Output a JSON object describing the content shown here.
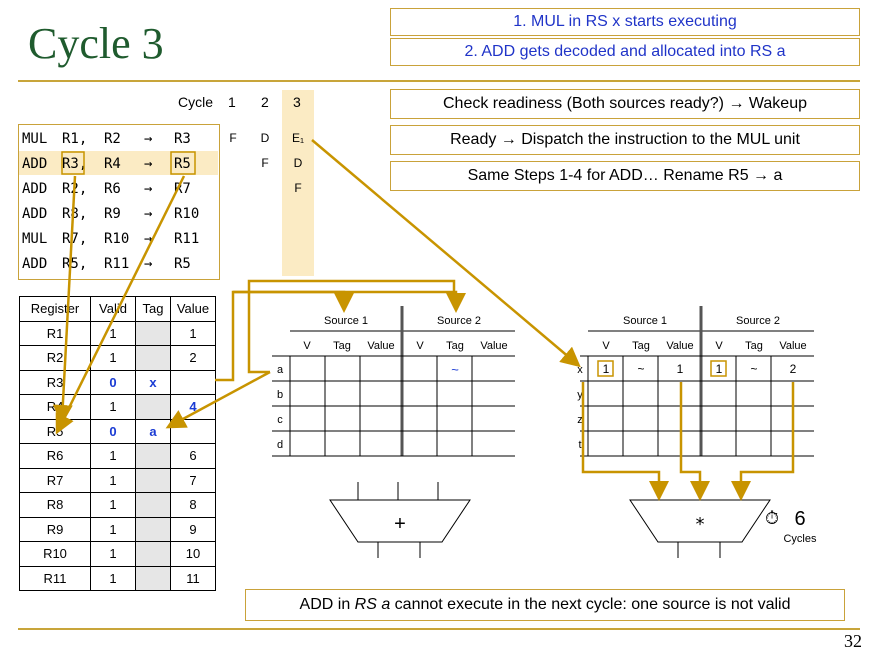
{
  "slide": {
    "title": "Cycle 3",
    "page_number": "32",
    "notes": [
      "1. MUL in RS x starts executing",
      "2. ADD gets decoded and allocated into RS a"
    ],
    "steps": [
      "Check readiness (Both sources ready?) → Wakeup",
      "Ready → Dispatch the instruction to the MUL unit",
      "Same Steps 1-4 for ADD… Rename R5 → a"
    ],
    "footer_note": {
      "pre": "ADD in ",
      "italic": "RS a",
      "post": " cannot execute in the next cycle: one source is not valid"
    }
  },
  "pipeline": {
    "cycle_label": "Cycle",
    "cycles": [
      "1",
      "2",
      "3"
    ],
    "arrow": "→",
    "instructions": [
      {
        "op": "MUL",
        "src1": "R1,",
        "src2": "R2",
        "dst": "R3",
        "stages": [
          "F",
          "D",
          "E₁"
        ]
      },
      {
        "op": "ADD",
        "src1": "R3,",
        "src2": "R4",
        "dst": "R5",
        "stages": [
          "",
          "F",
          "D"
        ]
      },
      {
        "op": "ADD",
        "src1": "R2,",
        "src2": "R6",
        "dst": "R7",
        "stages": [
          "",
          "",
          "F"
        ]
      },
      {
        "op": "ADD",
        "src1": "R8,",
        "src2": "R9",
        "dst": "R10",
        "stages": [
          "",
          "",
          ""
        ]
      },
      {
        "op": "MUL",
        "src1": "R7,",
        "src2": "R10",
        "dst": "R11",
        "stages": [
          "",
          "",
          ""
        ]
      },
      {
        "op": "ADD",
        "src1": "R5,",
        "src2": "R11",
        "dst": "R5",
        "stages": [
          "",
          "",
          ""
        ]
      }
    ]
  },
  "register_file": {
    "headers": [
      "Register",
      "Valid",
      "Tag",
      "Value"
    ],
    "rows": [
      {
        "reg": "R1",
        "valid": "1",
        "tag": "",
        "value": "1"
      },
      {
        "reg": "R2",
        "valid": "1",
        "tag": "",
        "value": "2"
      },
      {
        "reg": "R3",
        "valid": "0",
        "tag": "x",
        "value": ""
      },
      {
        "reg": "R4",
        "valid": "1",
        "tag": "",
        "value": "4"
      },
      {
        "reg": "R5",
        "valid": "0",
        "tag": "a",
        "value": ""
      },
      {
        "reg": "R6",
        "valid": "1",
        "tag": "",
        "value": "6"
      },
      {
        "reg": "R7",
        "valid": "1",
        "tag": "",
        "value": "7"
      },
      {
        "reg": "R8",
        "valid": "1",
        "tag": "",
        "value": "8"
      },
      {
        "reg": "R9",
        "valid": "1",
        "tag": "",
        "value": "9"
      },
      {
        "reg": "R10",
        "valid": "1",
        "tag": "",
        "value": "10"
      },
      {
        "reg": "R11",
        "valid": "1",
        "tag": "",
        "value": "11"
      }
    ]
  },
  "rs_add": {
    "source1": "Source 1",
    "source2": "Source 2",
    "cols": [
      "V",
      "Tag",
      "Value",
      "V",
      "Tag",
      "Value"
    ],
    "rows": [
      "a",
      "b",
      "c",
      "d"
    ],
    "a_src2_tag": "~",
    "unit_symbol": "+"
  },
  "rs_mul": {
    "source1": "Source 1",
    "source2": "Source 2",
    "cols": [
      "V",
      "Tag",
      "Value",
      "V",
      "Tag",
      "Value"
    ],
    "rows": [
      "x",
      "y",
      "z",
      "t"
    ],
    "x_entry": [
      "1",
      "~",
      "1",
      "1",
      "~",
      "2"
    ],
    "unit_symbol": "*",
    "timer_icon": "⏱",
    "cycles_value": "6",
    "cycles_label": "Cycles"
  },
  "colors": {
    "accent": "#c8a53a",
    "arrow": "#c89400",
    "title": "#1f5b2e",
    "note_text": "#2034c8",
    "highlight": "#fbebc4"
  }
}
